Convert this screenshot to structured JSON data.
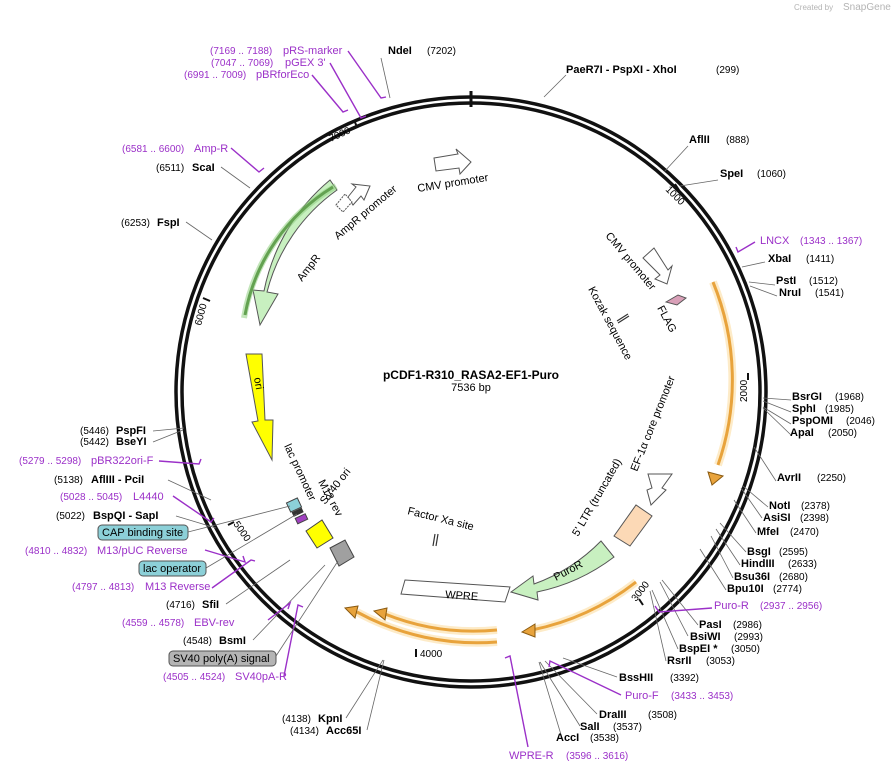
{
  "brand": {
    "prefix": "Created by",
    "name": "SnapGene"
  },
  "plasmid": {
    "name": "pCDF1-R310_RASA2-EF1-Puro",
    "length": "7536 bp"
  },
  "ticks": [
    "1000",
    "2000",
    "3000",
    "4000",
    "5000",
    "6000",
    "7000"
  ],
  "enzymes": [
    {
      "name": "NdeI",
      "pos": "(7202)"
    },
    {
      "name": "PaeR7I  -  PspXI  -  XhoI",
      "pos": "(299)"
    },
    {
      "name": "AflII",
      "pos": "(888)"
    },
    {
      "name": "SpeI",
      "pos": "(1060)"
    },
    {
      "name": "XbaI",
      "pos": "(1411)"
    },
    {
      "name": "PstI",
      "pos": "(1512)"
    },
    {
      "name": "NruI",
      "pos": "(1541)"
    },
    {
      "name": "BsrGI",
      "pos": "(1968)"
    },
    {
      "name": "SphI",
      "pos": "(1985)"
    },
    {
      "name": "PspOMI",
      "pos": "(2046)"
    },
    {
      "name": "ApaI",
      "pos": "(2050)"
    },
    {
      "name": "AvrII",
      "pos": "(2250)"
    },
    {
      "name": "NotI",
      "pos": "(2378)"
    },
    {
      "name": "AsiSI",
      "pos": "(2398)"
    },
    {
      "name": "MfeI",
      "pos": "(2470)"
    },
    {
      "name": "BsgI",
      "pos": "(2595)"
    },
    {
      "name": "HindIII",
      "pos": "(2633)"
    },
    {
      "name": "Bsu36I",
      "pos": "(2680)"
    },
    {
      "name": "Bpu10I",
      "pos": "(2774)"
    },
    {
      "name": "PasI",
      "pos": "(2986)"
    },
    {
      "name": "BsiWI",
      "pos": "(2993)"
    },
    {
      "name": "BspEI  *",
      "pos": "(3050)"
    },
    {
      "name": "RsrII",
      "pos": "(3053)"
    },
    {
      "name": "BssHII",
      "pos": "(3392)"
    },
    {
      "name": "DraIII",
      "pos": "(3508)"
    },
    {
      "name": "SalI",
      "pos": "(3537)"
    },
    {
      "name": "AccI",
      "pos": "(3538)"
    },
    {
      "name": "KpnI",
      "pos": "(4138)"
    },
    {
      "name": "Acc65I",
      "pos": "(4134)"
    },
    {
      "name": "BsmI",
      "pos": "(4548)"
    },
    {
      "name": "SfiI",
      "pos": "(4716)"
    },
    {
      "name": "BspQI  -  SapI",
      "pos": "(5022)"
    },
    {
      "name": "AflIII  -  PciI",
      "pos": "(5138)"
    },
    {
      "name": "BseYI",
      "pos": "(5442)"
    },
    {
      "name": "PspFI",
      "pos": "(5446)"
    },
    {
      "name": "FspI",
      "pos": "(6253)"
    },
    {
      "name": "ScaI",
      "pos": "(6511)"
    }
  ],
  "primers": [
    {
      "name": "pRS-marker",
      "pos": "(7169 .. 7188)"
    },
    {
      "name": "pGEX 3'",
      "pos": "(7047 .. 7069)"
    },
    {
      "name": "pBRforEco",
      "pos": "(6991 .. 7009)"
    },
    {
      "name": "Amp-R",
      "pos": "(6581 .. 6600)"
    },
    {
      "name": "LNCX",
      "pos": "(1343 .. 1367)"
    },
    {
      "name": "Puro-R",
      "pos": "(2937 .. 2956)"
    },
    {
      "name": "Puro-F",
      "pos": "(3433 .. 3453)"
    },
    {
      "name": "WPRE-R",
      "pos": "(3596 .. 3616)"
    },
    {
      "name": "SV40pA-R",
      "pos": "(4505 .. 4524)"
    },
    {
      "name": "EBV-rev",
      "pos": "(4559 .. 4578)"
    },
    {
      "name": "M13 Reverse",
      "pos": "(4797 .. 4813)"
    },
    {
      "name": "M13/pUC Reverse",
      "pos": "(4810 .. 4832)"
    },
    {
      "name": "L4440",
      "pos": "(5028 .. 5045)"
    },
    {
      "name": "pBR322ori-F",
      "pos": "(5279 .. 5298)"
    }
  ],
  "boxed_features": [
    {
      "name": "CAP binding site"
    },
    {
      "name": "lac operator"
    },
    {
      "name": "SV40 poly(A) signal"
    }
  ],
  "features": {
    "cmv_outer": "CMV promoter",
    "cmv_inner": "CMV promoter",
    "ampr_promoter": "AmpR promoter",
    "ampr": "AmpR",
    "ori": "ori",
    "flag": "FLAG",
    "kozak": "Kozak sequence",
    "ef1a": "EF-1α core promoter",
    "ltr": "5' LTR (truncated)",
    "puror": "PuroR",
    "wpre": "WPRE",
    "factor_xa": "Factor Xa site",
    "lac_promoter": "lac promoter",
    "m13rev": "M13 rev",
    "sv40ori": "SV40 ori"
  },
  "colors": {
    "primer": "#9b30c8",
    "orf": "#e8a33c",
    "marker": "#c8f0c0",
    "ori": "#ffff00",
    "promoter": "#ffffff",
    "ltr": "#fcd9b6",
    "grey": "#a0a0a0"
  }
}
